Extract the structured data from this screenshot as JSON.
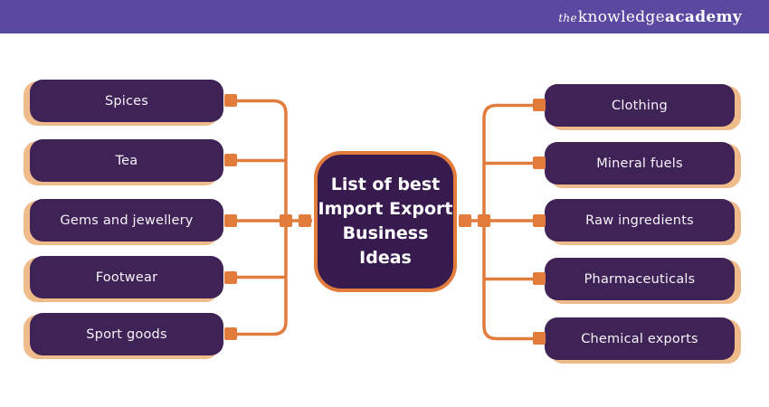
{
  "header": {
    "logo": {
      "the": "the",
      "knowledge": "knowledge",
      "academy": "academy"
    }
  },
  "diagram": {
    "center": {
      "lines": [
        "List of best",
        "Import Export",
        "Business",
        "Ideas"
      ]
    },
    "left_items": [
      "Spices",
      "Tea",
      "Gems and jewellery",
      "Footwear",
      "Sport goods"
    ],
    "right_items": [
      "Clothing",
      "Mineral fuels",
      "Raw ingredients",
      "Pharmaceuticals",
      "Chemical exports"
    ]
  },
  "colors": {
    "topbar_purple": "#5a49a0",
    "node_fill_purple": "#3f2356",
    "center_fill_purple": "#371b4f",
    "connector_orange": "#e17c3d",
    "shadow_tan": "#f0bb8a",
    "text_white": "#ffffff"
  }
}
